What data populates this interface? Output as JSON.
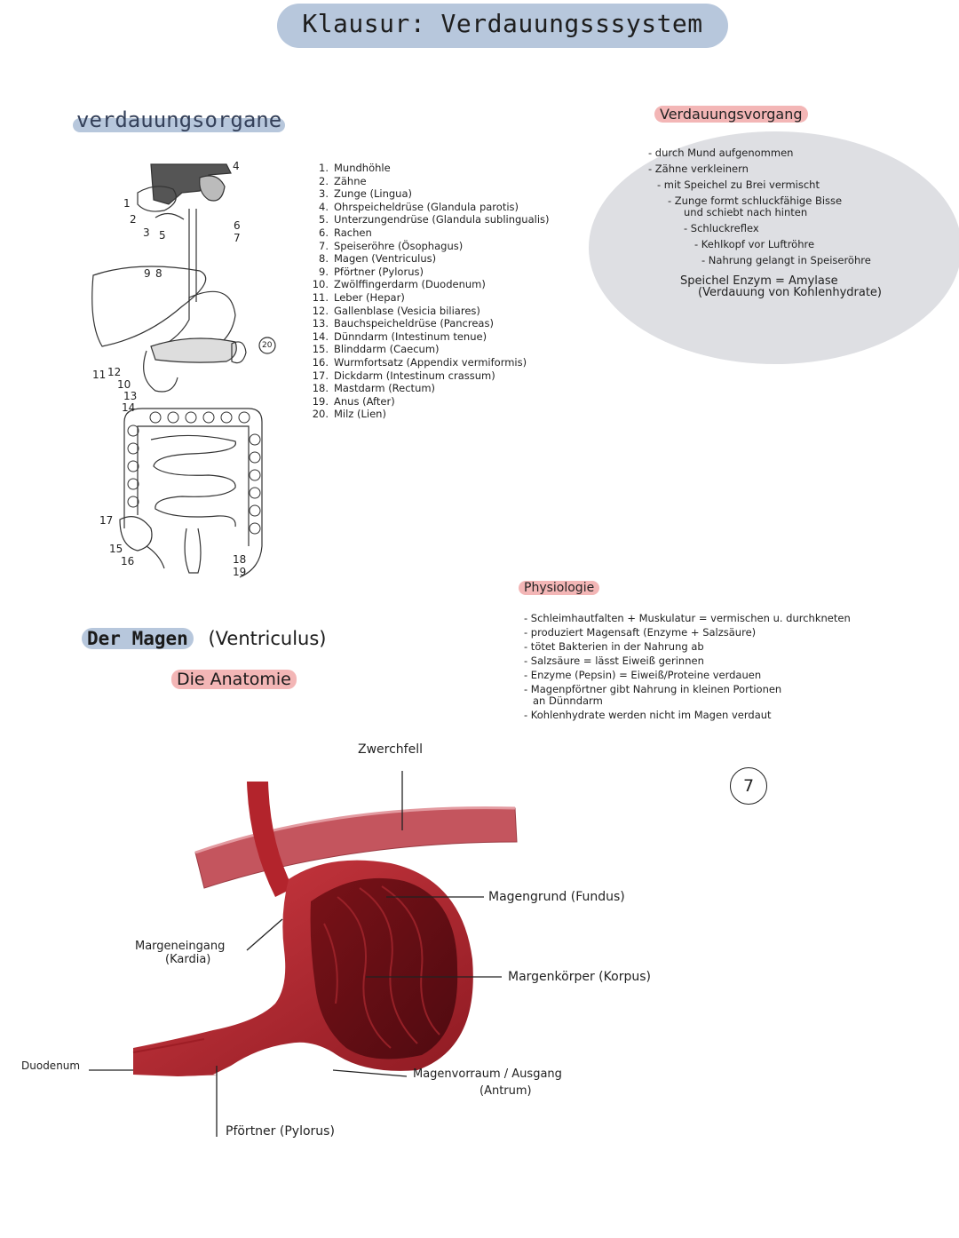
{
  "title": "Klausur: Verdauungsssystem",
  "organs": {
    "heading": "verdauungsorgane",
    "diagram_numbers": [
      "1",
      "2",
      "3",
      "4",
      "5",
      "6",
      "7",
      "8",
      "9",
      "10",
      "11",
      "12",
      "13",
      "14",
      "15",
      "16",
      "17",
      "18",
      "19",
      "20"
    ],
    "legend": [
      {
        "num": "1.",
        "text": "Mundhöhle"
      },
      {
        "num": "2.",
        "text": "Zähne"
      },
      {
        "num": "3.",
        "text": "Zunge (Lingua)"
      },
      {
        "num": "4.",
        "text": "Ohrspeicheldrüse (Glandula parotis)"
      },
      {
        "num": "5.",
        "text": "Unterzungendrüse (Glandula sublingualis)"
      },
      {
        "num": "6.",
        "text": "Rachen"
      },
      {
        "num": "7.",
        "text": "Speiseröhre (Ösophagus)"
      },
      {
        "num": "8.",
        "text": "Magen (Ventriculus)"
      },
      {
        "num": "9.",
        "text": "Pförtner (Pylorus)"
      },
      {
        "num": "10.",
        "text": "Zwölffingerdarm (Duodenum)"
      },
      {
        "num": "11.",
        "text": "Leber (Hepar)"
      },
      {
        "num": "12.",
        "text": "Gallenblase (Vesicia biliares)"
      },
      {
        "num": "13.",
        "text": "Bauchspeicheldrüse (Pancreas)"
      },
      {
        "num": "14.",
        "text": "Dünndarm (Intestinum tenue)"
      },
      {
        "num": "15.",
        "text": "Blinddarm (Caecum)"
      },
      {
        "num": "16.",
        "text": "Wurmfortsatz (Appendix vermiformis)"
      },
      {
        "num": "17.",
        "text": "Dickdarm (Intestinum crassum)"
      },
      {
        "num": "18.",
        "text": "Mastdarm (Rectum)"
      },
      {
        "num": "19.",
        "text": "Anus (After)"
      },
      {
        "num": "20.",
        "text": "Milz (Lien)"
      }
    ]
  },
  "vorgang": {
    "heading": "Verdauungsvorgang",
    "items": [
      "- durch Mund aufgenommen",
      "- Zähne verkleinern",
      "- mit Speichel zu Brei vermischt",
      "- Zunge formt schluckfähige Bisse",
      "und schiebt nach hinten",
      "- Schluckreflex",
      "- Kehlkopf vor Luftröhre",
      "- Nahrung gelangt in Speiseröhre",
      "Speichel Enzym = Amylase",
      "(Verdauung von Kohlenhydrate)"
    ]
  },
  "physiologie": {
    "heading": "Physiologie",
    "items": [
      "- Schleimhautfalten + Muskulatur = vermischen u. durchkneten",
      "- produziert Magensaft (Enzyme + Salzsäure)",
      "- tötet Bakterien in der Nahrung ab",
      "- Salzsäure = lässt Eiweiß gerinnen",
      "- Enzyme (Pepsin) = Eiweiß/Proteine verdauen",
      "- Magenpförtner gibt Nahrung in kleinen Portionen",
      "an Dünndarm",
      "- Kohlenhydrate werden nicht im Magen verdaut"
    ]
  },
  "magen": {
    "heading": "Der Magen",
    "heading_latin": "(Ventriculus)",
    "subheading": "Die Anatomie",
    "labels": {
      "zwerchfell": "Zwerchfell",
      "magengrund": "Magengrund (Fundus)",
      "magenkoerper": "Margenkörper (Korpus)",
      "eingang1": "Margeneingang",
      "eingang2": "(Kardia)",
      "duodenum": "Duodenum",
      "vorraum1": "Magenvorraum / Ausgang",
      "vorraum2": "(Antrum)",
      "pfoertner": "Pförtner (Pylorus)"
    },
    "page_number": "7"
  },
  "colors": {
    "title_highlight": "#b7c7dc",
    "pink_highlight": "#f3b6b6",
    "stomach": "#b3242c",
    "diaphragm": "#c4555e",
    "note_blob": "#dedfe3"
  }
}
